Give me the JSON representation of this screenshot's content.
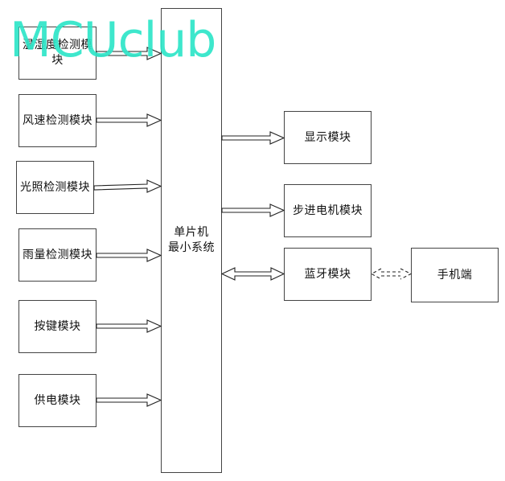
{
  "watermark": "MCUclub",
  "core": {
    "line1": "单片机",
    "line2": "最小系统"
  },
  "inputs": [
    "温湿度检测模块",
    "风速检测模块",
    "光照检测模块",
    "雨量检测模块",
    "按键模块",
    "供电模块"
  ],
  "outputs": [
    "显示模块",
    "步进电机模块",
    "蓝牙模块"
  ],
  "phone": "手机端"
}
